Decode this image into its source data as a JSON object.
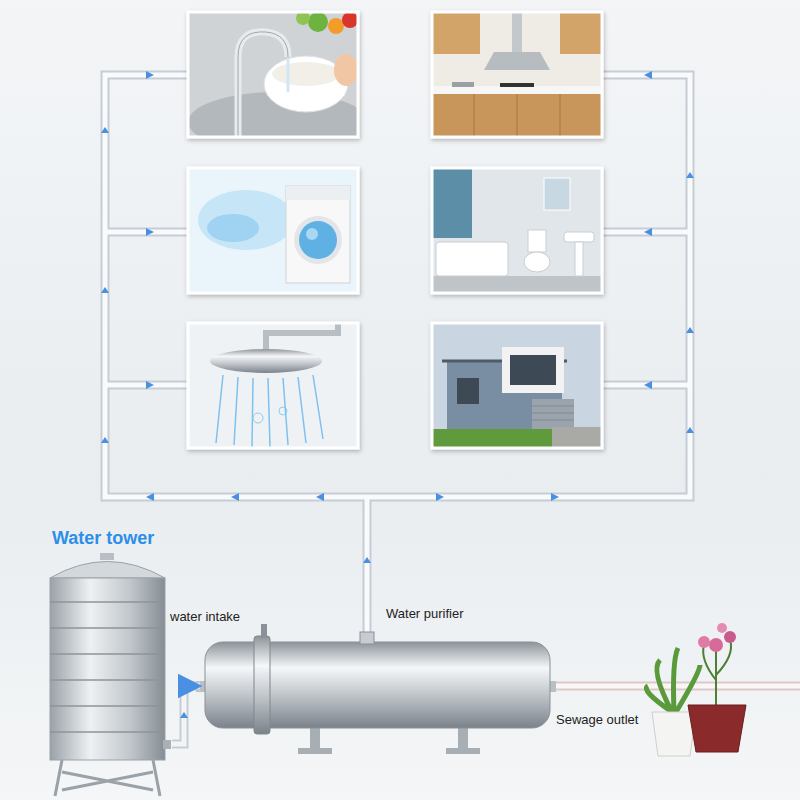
{
  "diagram": {
    "nodes": [
      {
        "text": [
          "Water tower"
        ]
      },
      {
        "text": [
          "Water purifier"
        ]
      }
    ],
    "edges": [
      {
        "from": 0,
        "to": 1,
        "arrow": "to"
      }
    ],
    "labels": [
      "water intake",
      "Sewage outlet"
    ]
  }
}
